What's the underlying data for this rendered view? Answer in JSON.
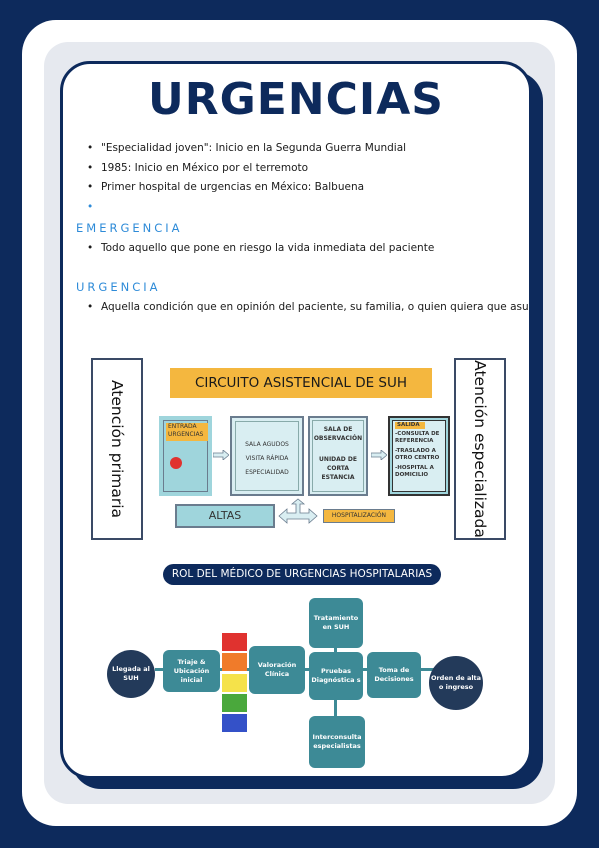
{
  "title": "URGENCIAS",
  "intro_bullets": [
    "\"Especialidad joven\": Inicio en la Segunda Guerra Mundial",
    "1985: Inicio en México por el terremoto",
    "Primer hospital de urgencias en México: Balbuena",
    ""
  ],
  "emergencia": {
    "heading": "EMERGENCIA",
    "bullets": [
      "Todo aquello que pone en riesgo la vida inmediata del paciente"
    ]
  },
  "urgencia": {
    "heading": "URGENCIA",
    "bullets": [
      "Aquella condición que en opinión del paciente, su familia, o quien quiera que asuma la responsabilidad de la demanda, requiere una asistencia inmediata"
    ]
  },
  "circuit": {
    "left_label": "Atención primaria",
    "right_label": "Atención especializada",
    "title": "CIRCUITO ASISTENCIAL DE SUH",
    "entrada": "ENTRADA URGENCIAS",
    "box2": [
      "SALA AGUDOS",
      "VISITA RÁPIDA",
      "ESPECIALIDAD"
    ],
    "box3_top": "SALA DE OBSERVACIÓN",
    "box3_bottom": "UNIDAD DE CORTA ESTANCIA",
    "salida_label": "SALIDA",
    "salida_items": [
      "-CONSULTA DE REFERENCIA",
      "-TRASLADO A OTRO CENTRO",
      "-HOSPITAL A DOMICILIO"
    ],
    "altas": "ALTAS",
    "hospitalizacion": "HOSPITALIZACIÓN"
  },
  "rol": {
    "title": "ROL DEL MÉDICO DE URGENCIAS HOSPITALARIAS",
    "llegada": "Llegada al SUH",
    "triaje": "Triaje & Ubicación inicial",
    "valoracion": "Valoración Clínica",
    "pruebas": "Pruebas Diagnóstica s",
    "toma": "Toma de Decisiones",
    "orden": "Orden de alta o ingreso",
    "tratamiento": "Tratamiento en SUH",
    "interconsulta": "Interconsulta especialistas",
    "triage_colors": [
      "#e0322f",
      "#f07b2a",
      "#f5e24a",
      "#4aa83c",
      "#3451c8"
    ]
  }
}
